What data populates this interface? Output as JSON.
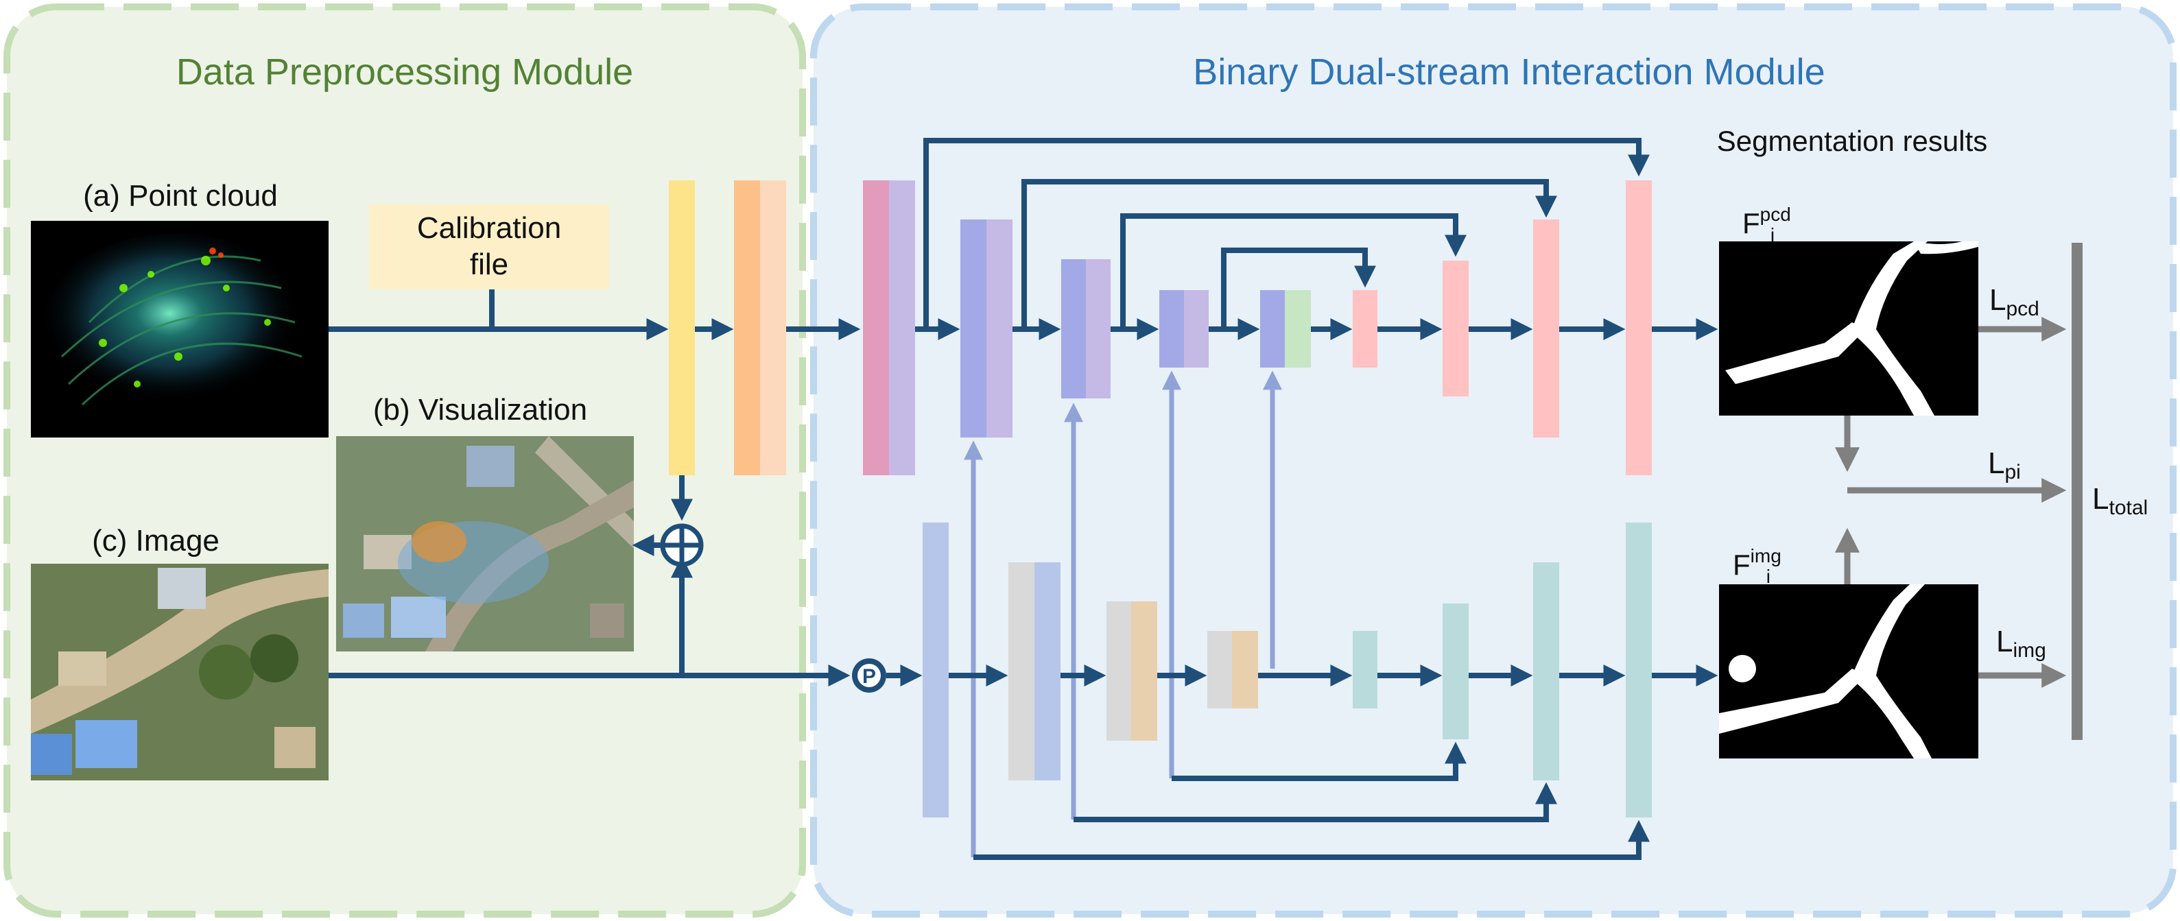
{
  "preprocessing": {
    "title": "Data Preprocessing Module",
    "point_cloud_label": "(a) Point cloud",
    "visualization_label": "(b) Visualization",
    "image_label": "(c) Image",
    "calibration": {
      "line1": "Calibration",
      "line2": "file"
    },
    "fusion_symbol": "⊕"
  },
  "interaction": {
    "title": "Binary Dual-stream Interaction Module",
    "pool_symbol": "P",
    "segmentation_title": "Segmentation results",
    "f_pcd": {
      "base": "F",
      "sup": "pcd",
      "sub": "i"
    },
    "f_img": {
      "base": "F",
      "sup": "img",
      "sub": "i"
    },
    "loss_pcd": {
      "base": "L",
      "sub": "pcd"
    },
    "loss_pi": {
      "base": "L",
      "sub": "pi"
    },
    "loss_img": {
      "base": "L",
      "sub": "img"
    },
    "loss_total": {
      "base": "L",
      "sub": "total"
    }
  },
  "colors": {
    "arrow": "#1f4e79",
    "arrow_light": "#8fa3d6",
    "gray_arrow": "#808080",
    "left_title": "#538135",
    "right_title": "#2e75b6",
    "left_panel_fill": "#edf3e6",
    "left_panel_border": "#c5deb5",
    "right_panel_fill": "#e8f0f8",
    "right_panel_border": "#bdd7ee",
    "calibration_fill": "#fdf0c8",
    "yellow_block": "#fde38a",
    "orange_block": "#fdc089",
    "orange_block_light": "#fcd8bc",
    "pink_block": "#ffc1c1",
    "teal_block": "#b9dbdb",
    "lavender_block": "#c5b9e6",
    "blue_block": "#a3a9e6",
    "light_blue_block": "#b6c6ea",
    "gray_block": "#d9d9d9",
    "tan_block": "#e8cfae",
    "green_block": "#c7e6c4",
    "magenta_block": "#e39bbb"
  }
}
